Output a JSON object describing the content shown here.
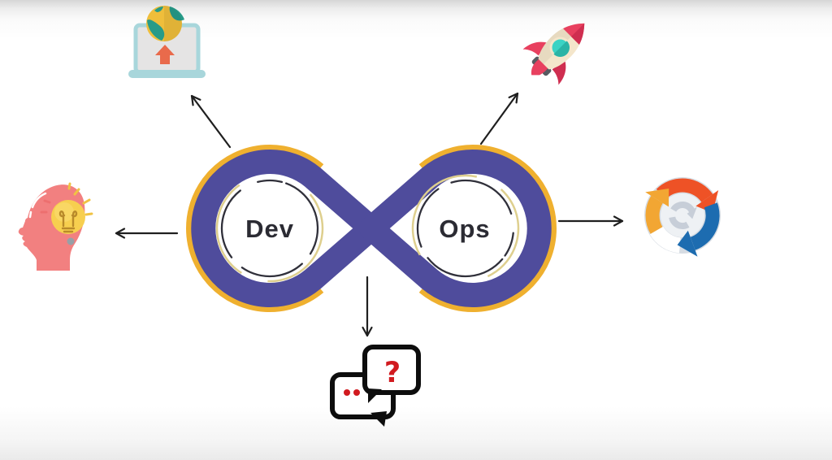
{
  "scene": {
    "description": "DevOps infinity loop diagram with surrounding concept icons",
    "background": "#ffffff"
  },
  "colors": {
    "purple": "#4f4c9c",
    "gold": "#efb02f",
    "ink": "#2b2b33",
    "arrow": "#1f1f1f",
    "cream_arc": "#decf8e",
    "dashed_circle": "#30303a",
    "chat_red": "#d11a1f",
    "chat_outline": "#0d0d0d",
    "salmon": "#f28080",
    "bulb_yellow": "#f7cf4f",
    "ray_yellow": "#f0c344",
    "laptop_teal": "#a8d6db",
    "screen_gray": "#e5e4e4",
    "upload_orange": "#e96a4b",
    "globe_yellow": "#efbe3b",
    "globe_teal": "#279b88",
    "rocket_cream": "#f4e6cb",
    "rocket_pink": "#e8405f",
    "rocket_pink_dark": "#cf2e50",
    "rocket_teal": "#3bd3c4",
    "sync_gray": "#d6dce3",
    "sync_orange": "#ee5226",
    "sync_blue": "#1d6cb0",
    "sync_yellow": "#f2a633"
  },
  "infinity": {
    "left_label": "Dev",
    "right_label": "Ops"
  },
  "chat": {
    "question_mark": "?"
  },
  "icons": {
    "top_left": "laptop-globe-upload-icon",
    "top_right": "rocket-icon",
    "left": "head-lightbulb-icon",
    "right": "sync-arrows-icon",
    "bottom": "chat-question-icon"
  }
}
